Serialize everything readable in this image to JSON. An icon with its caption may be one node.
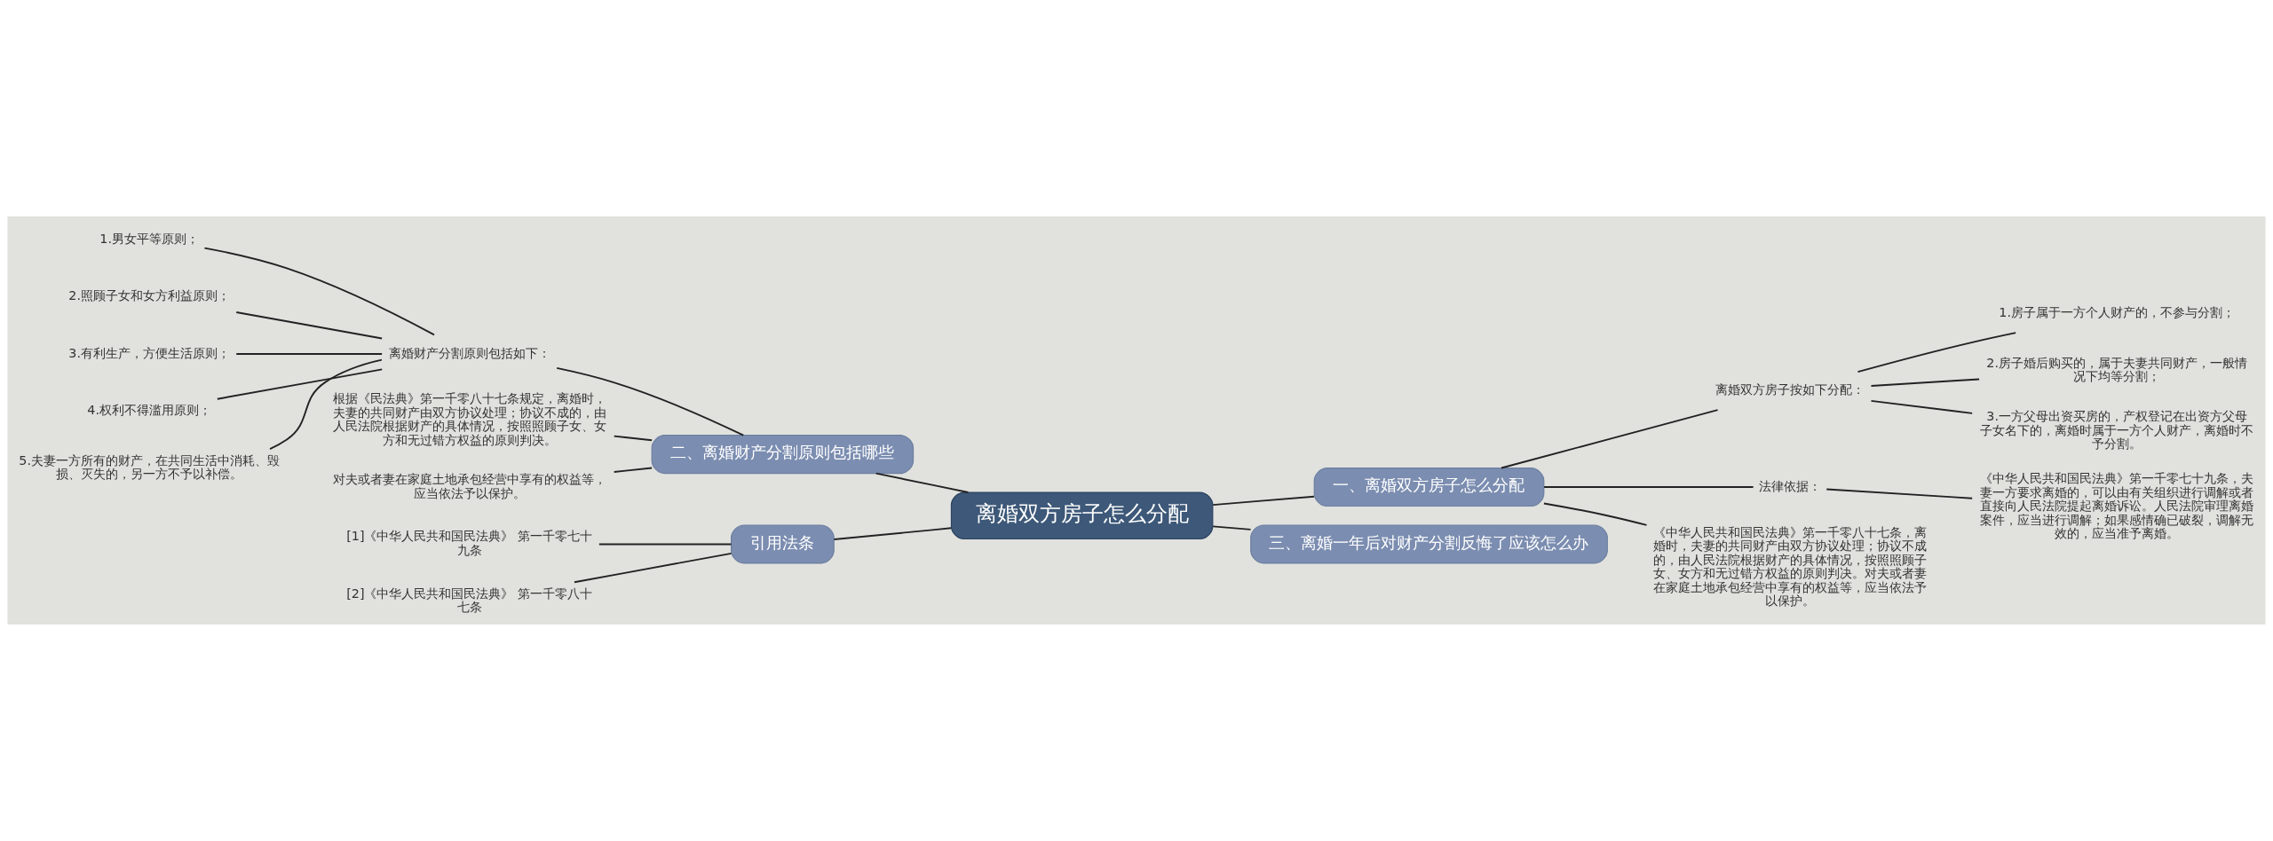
{
  "diagram": {
    "nodes": [
      {
        "text": [
          "离婚双方房子怎么分配"
        ]
      },
      {
        "text": [
          "一、离婚双方房子怎么分配"
        ]
      },
      {
        "text": [
          "离婚双方房子按如下分配："
        ]
      },
      {
        "text": [
          "1.房子属于一方个人财产的，不参与分割；"
        ]
      },
      {
        "text": [
          "2.房子婚后购买的，属于夫妻共同财产，一般情况下均等分割；"
        ]
      },
      {
        "text": [
          "3.一方父母出资买房的，产权登记在出资方父母子女名下的，离婚时属于一方个人财产，离婚时不予分割。"
        ]
      },
      {
        "text": [
          "法律依据："
        ]
      },
      {
        "text": [
          "《中华人民共和国民法典》第一千零七十九条，夫妻一方要求离婚的，可以由有关组织进行调解或者直接向人民法院提起离婚诉讼。人民法院审理离婚案件，应当进行调解；如果感情确已破裂，调解无效的，应当准予离婚。"
        ]
      },
      {
        "text": [
          "《中华人民共和国民法典》第一千零八十七条，离婚时，夫妻的共同财产由双方协议处理；协议不成的，由人民法院根据财产的具体情况，按照照顾子女、女方和无过错方权益的原则判决。对夫或者妻在家庭土地承包经营中享有的权益等，应当依法予以保护。"
        ]
      },
      {
        "text": [
          "三、离婚一年后对财产分割反悔了应该怎么办"
        ]
      },
      {
        "text": [
          "二、离婚财产分割原则包括哪些"
        ]
      },
      {
        "text": [
          "离婚财产分割原则包括如下："
        ]
      },
      {
        "text": [
          "1.男女平等原则；"
        ]
      },
      {
        "text": [
          "2.照顾子女和女方利益原则；"
        ]
      },
      {
        "text": [
          "3.有利生产，方便生活原则；"
        ]
      },
      {
        "text": [
          "4.权利不得滥用原则；"
        ]
      },
      {
        "text": [
          "5.夫妻一方所有的财产，在共同生活中消耗、毁损、灭失的，另一方不予以补偿。"
        ]
      },
      {
        "text": [
          "根据《民法典》第一千零八十七条规定，离婚时，夫妻的共同财产由双方协议处理；协议不成的，由人民法院根据财产的具体情况，按照照顾子女、女方和无过错方权益的原则判决。"
        ]
      },
      {
        "text": [
          "对夫或者妻在家庭土地承包经营中享有的权益等，应当依法予以保护。"
        ]
      },
      {
        "text": [
          "引用法条"
        ]
      },
      {
        "text": [
          "[1]《中华人民共和国民法典》 第一千零七十九条"
        ]
      },
      {
        "text": [
          "[2]《中华人民共和国民法典》 第一千零八十七条"
        ]
      }
    ],
    "edges": [
      {
        "from": 0,
        "to": 1,
        "arrow": "none"
      },
      {
        "from": 1,
        "to": 2,
        "arrow": "none"
      },
      {
        "from": 2,
        "to": 3,
        "arrow": "none"
      },
      {
        "from": 2,
        "to": 4,
        "arrow": "none"
      },
      {
        "from": 2,
        "to": 5,
        "arrow": "none"
      },
      {
        "from": 1,
        "to": 6,
        "arrow": "none"
      },
      {
        "from": 6,
        "to": 7,
        "arrow": "none"
      },
      {
        "from": 1,
        "to": 8,
        "arrow": "none"
      },
      {
        "from": 0,
        "to": 9,
        "arrow": "none"
      },
      {
        "from": 10,
        "to": 0,
        "arrow": "none"
      },
      {
        "from": 11,
        "to": 10,
        "arrow": "none"
      },
      {
        "from": 12,
        "to": 11,
        "arrow": "none"
      },
      {
        "from": 13,
        "to": 11,
        "arrow": "none"
      },
      {
        "from": 14,
        "to": 11,
        "arrow": "none"
      },
      {
        "from": 15,
        "to": 11,
        "arrow": "none"
      },
      {
        "from": 16,
        "to": 11,
        "arrow": "none"
      },
      {
        "from": 17,
        "to": 10,
        "arrow": "none"
      },
      {
        "from": 18,
        "to": 10,
        "arrow": "none"
      },
      {
        "from": 19,
        "to": 0,
        "arrow": "none"
      },
      {
        "from": 20,
        "to": 19,
        "arrow": "none"
      },
      {
        "from": 21,
        "to": 19,
        "arrow": "none"
      }
    ]
  }
}
